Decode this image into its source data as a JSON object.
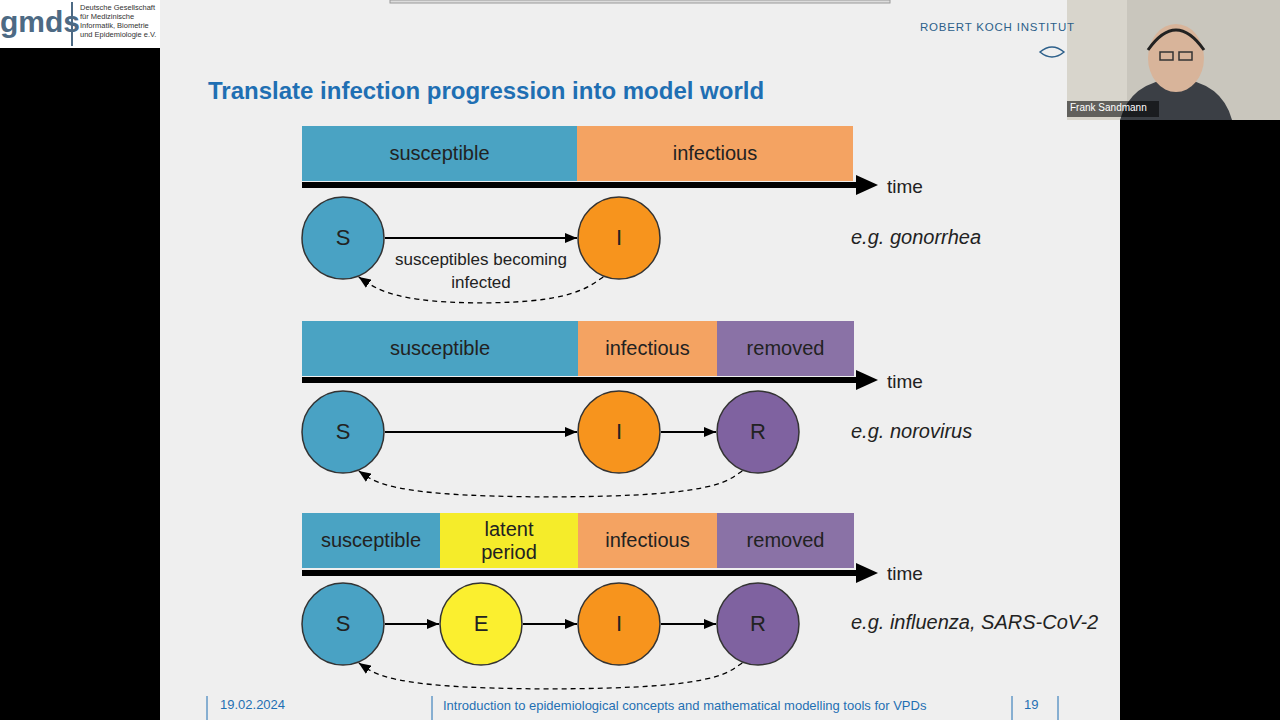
{
  "diagram": {
    "title": "Translate infection progression into model world",
    "nodes": [
      {
        "text": [
          "susceptible"
        ]
      },
      {
        "text": [
          "infectious"
        ]
      },
      {
        "text": [
          "S"
        ]
      },
      {
        "text": [
          "I"
        ]
      },
      {
        "text": [
          "susceptible"
        ]
      },
      {
        "text": [
          "infectious"
        ]
      },
      {
        "text": [
          "removed"
        ]
      },
      {
        "text": [
          "S"
        ]
      },
      {
        "text": [
          "I"
        ]
      },
      {
        "text": [
          "R"
        ]
      },
      {
        "text": [
          "susceptible"
        ]
      },
      {
        "text": [
          "latent period"
        ]
      },
      {
        "text": [
          "infectious"
        ]
      },
      {
        "text": [
          "removed"
        ]
      },
      {
        "text": [
          "S"
        ]
      },
      {
        "text": [
          "E"
        ]
      },
      {
        "text": [
          "I"
        ]
      },
      {
        "text": [
          "R"
        ]
      }
    ],
    "edges": [
      {
        "from": 2,
        "to": 3,
        "arrow": "to",
        "label": "susceptibles becoming infected"
      },
      {
        "from": 3,
        "to": 2,
        "arrow": "to"
      },
      {
        "from": 7,
        "to": 8,
        "arrow": "to"
      },
      {
        "from": 8,
        "to": 9,
        "arrow": "to"
      },
      {
        "from": 9,
        "to": 7,
        "arrow": "to"
      },
      {
        "from": 14,
        "to": 15,
        "arrow": "to"
      },
      {
        "from": 15,
        "to": 16,
        "arrow": "to"
      },
      {
        "from": 16,
        "to": 17,
        "arrow": "to"
      },
      {
        "from": 17,
        "to": 14,
        "arrow": "to"
      }
    ],
    "labels": [
      "gmds",
      "Deutsche Gesellschaft für Medizinische Informatik, Biometrie und Epidemiologie e.V.",
      "ROBERT KOCH INSTITUT",
      "Frank Sandmann",
      "time",
      "e.g. gonorrhea",
      "time",
      "e.g. norovirus",
      "time",
      "e.g. influenza, SARS-CoV-2",
      "19.02.2024",
      "Introduction to epidemiological concepts and mathematical modelling tools for VPDs",
      "19"
    ]
  }
}
